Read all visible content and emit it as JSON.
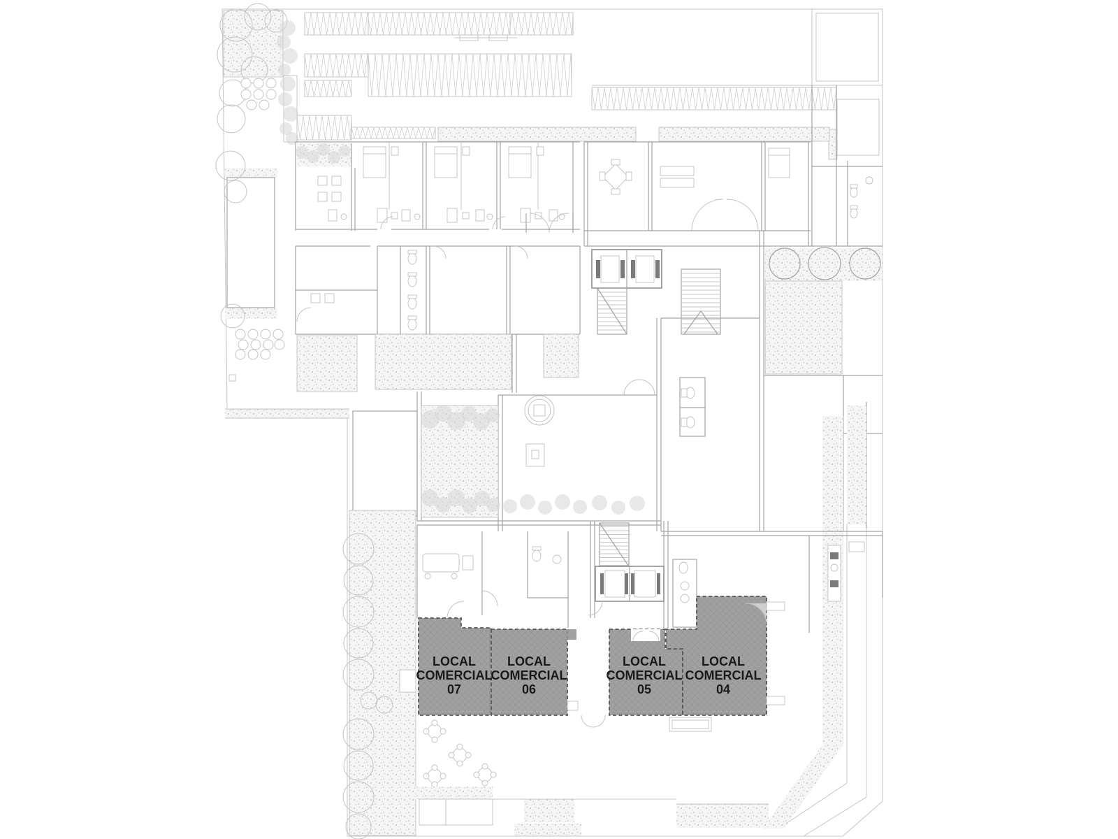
{
  "plan": {
    "type": "architectural-floor-plan",
    "locales": [
      {
        "name": "local-comercial-07",
        "lines": [
          "LOCAL",
          "COMERCIAL",
          "07"
        ]
      },
      {
        "name": "local-comercial-06",
        "lines": [
          "LOCAL",
          "COMERCIAL",
          "06"
        ]
      },
      {
        "name": "local-comercial-05",
        "lines": [
          "LOCAL",
          "COMERCIAL",
          "05"
        ]
      },
      {
        "name": "local-comercial-04",
        "lines": [
          "LOCAL",
          "COMERCIAL",
          "04"
        ]
      }
    ],
    "colors": {
      "locale_fill": "#a1a1a1",
      "locale_border": "#565656",
      "label_text": "#191919",
      "wall": "#a3a3a3",
      "light": "#c4c4c4"
    }
  }
}
